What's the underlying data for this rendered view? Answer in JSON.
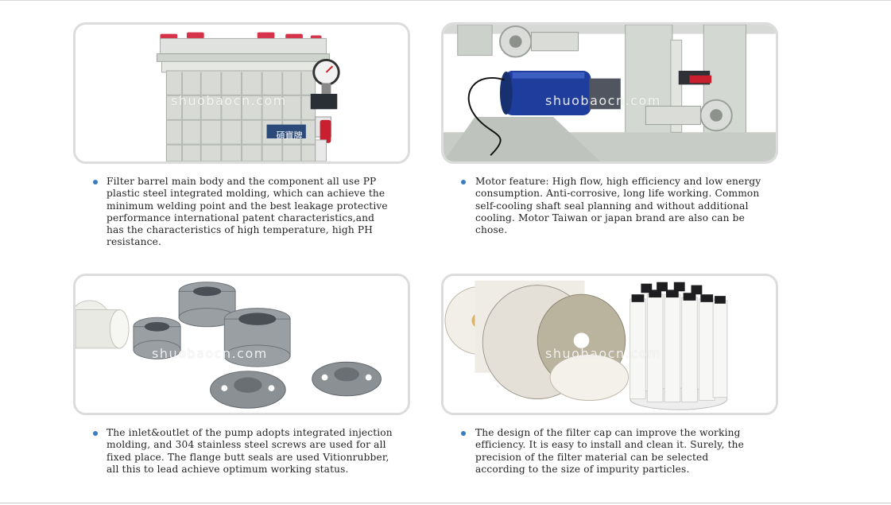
{
  "watermark": "shuobaocn.com",
  "items": [
    {
      "label_on_product": "碩寶牌",
      "description": "Filter barrel main body and the component all use PP plastic steel integrated molding, which can achieve the minimum welding point and the best leakage protective performance international patent characteristics,and has the characteristics of high temperature, high PH resistance."
    },
    {
      "description": "Motor feature: High flow, high efficiency and low energy consumption. Anti-corrosive, long life working. Common self-cooling shaft seal planning and without additional cooling. Motor Taiwan or japan brand are also can be chose."
    },
    {
      "description": "The inlet&outlet of the pump adopts integrated injection molding, and 304 stainless steel screws are used for all fixed place. The flange butt seals are used Vitionrubber, all this to lead achieve optimum working status."
    },
    {
      "description": "The design of the filter cap can improve the working efficiency. It is easy to install and clean it. Surely, the precision of the filter material can be selected according to the size of impurity particles."
    }
  ],
  "colors": {
    "bullet": "#3a7cc4",
    "card_border": "#dcdcdc",
    "plastic_grey": "#d9dcd8",
    "motor_blue": "#1f3d9c",
    "valve_red": "#c8202e"
  }
}
